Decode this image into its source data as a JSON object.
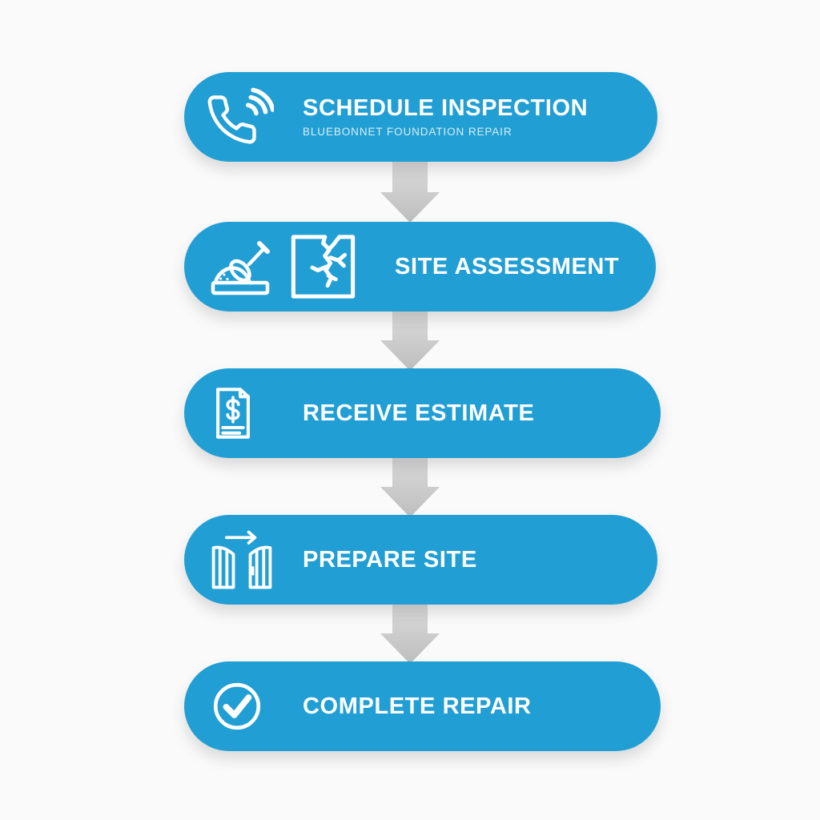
{
  "page": {
    "background_color": "#FAFAFA",
    "accent_color": "#219FD4",
    "arrow_color_top": "#DCDCDC",
    "arrow_color_bottom": "#BEBEBE",
    "text_color": "#FFFFFF"
  },
  "flow": {
    "steps": [
      {
        "title": "SCHEDULE INSPECTION",
        "subtitle": "BLUEBONNET FOUNDATION REPAIR",
        "icons": [
          "phone-call-icon"
        ]
      },
      {
        "title": "SITE ASSESSMENT",
        "icons": [
          "shovel-dirt-icon",
          "cracked-wall-icon"
        ]
      },
      {
        "title": "RECEIVE ESTIMATE",
        "icons": [
          "estimate-document-icon"
        ]
      },
      {
        "title": "PREPARE SITE",
        "icons": [
          "open-gate-icon"
        ]
      },
      {
        "title": "COMPLETE REPAIR",
        "icons": [
          "check-circle-icon"
        ]
      }
    ]
  }
}
